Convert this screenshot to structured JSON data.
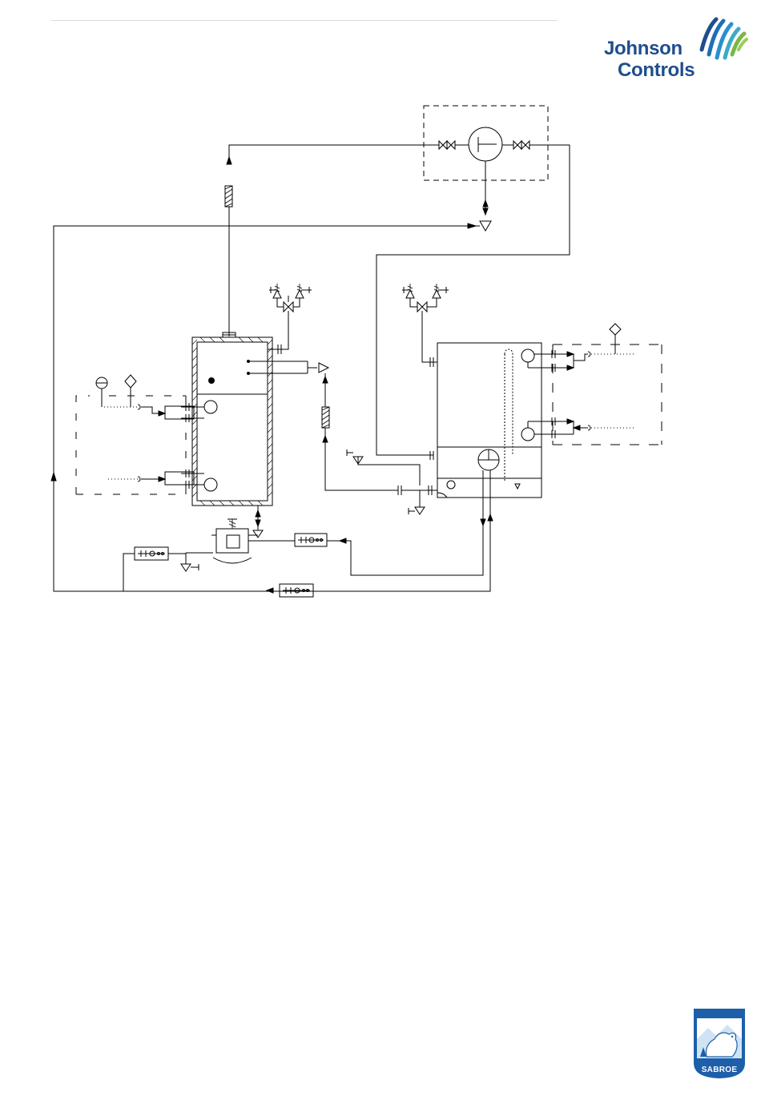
{
  "header": {
    "brand_line1": "Johnson",
    "brand_line2": "Controls"
  },
  "footer": {
    "brand": "SABROE"
  },
  "colors": {
    "brand_blue": "#1f4e8c",
    "brand_green": "#7ab648",
    "sabroe_blue": "#1d5fa8",
    "line": "#000000",
    "rule": "#d9d9d9"
  },
  "icons": [
    "johnson-controls-logo",
    "sabroe-polar-bear-logo",
    "pump-icon",
    "valve-icon",
    "filter-icon",
    "sensor-icon"
  ]
}
